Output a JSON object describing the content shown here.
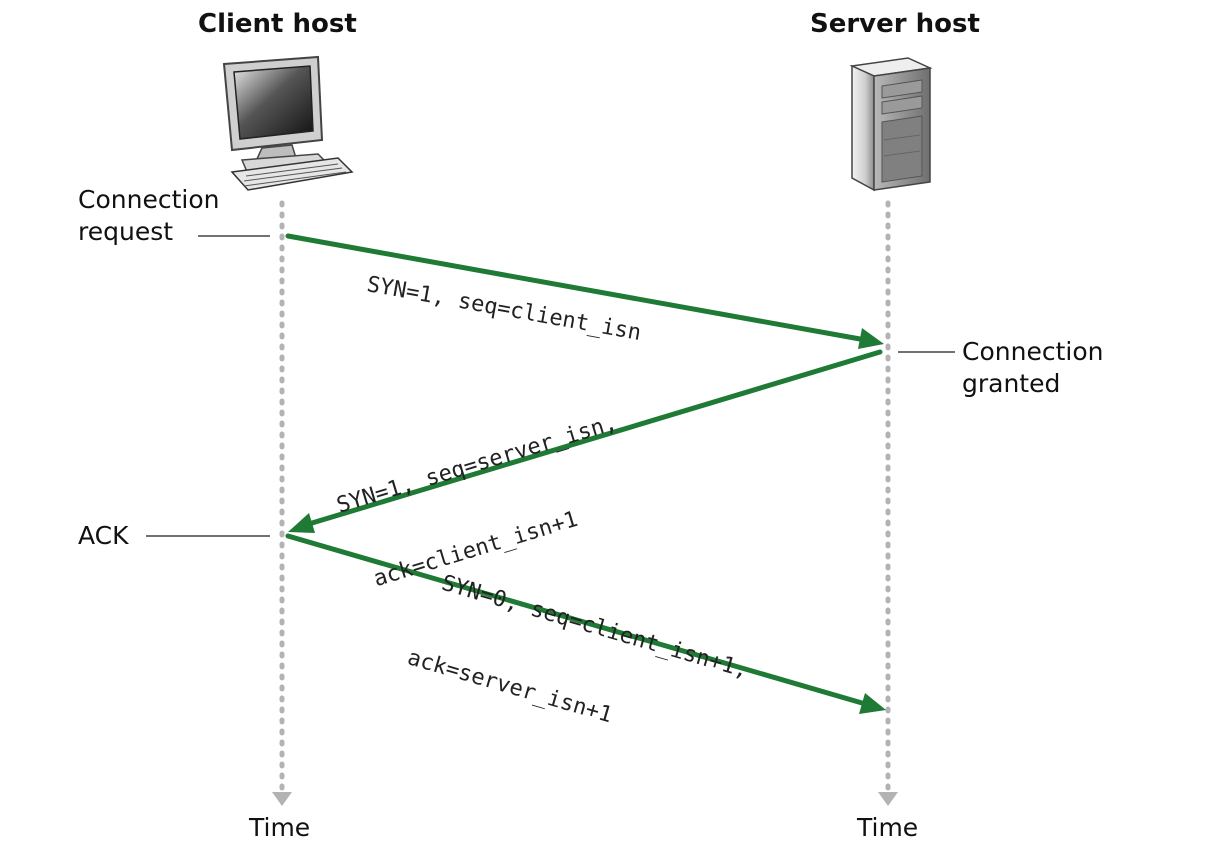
{
  "hosts": {
    "client": {
      "title": "Client host",
      "time_label": "Time",
      "icon": "desktop-computer-icon"
    },
    "server": {
      "title": "Server host",
      "time_label": "Time",
      "icon": "tower-server-icon"
    }
  },
  "events": {
    "connection_request": {
      "line1": "Connection",
      "line2": "request"
    },
    "connection_granted": {
      "line1": "Connection",
      "line2": "granted"
    },
    "ack": "ACK"
  },
  "messages": {
    "syn": {
      "line1": "SYN=1, seq=client_isn"
    },
    "synack": {
      "line1": "SYN=1, seq=server_isn,",
      "line2": "ack=client_isn+1"
    },
    "ack": {
      "line1": "SYN=0, seq=client_isn+1,",
      "line2": "ack=server_isn+1"
    }
  },
  "colors": {
    "arrow": "#1e7a34",
    "timeline": "#b3b3b3",
    "leader": "#444444"
  }
}
